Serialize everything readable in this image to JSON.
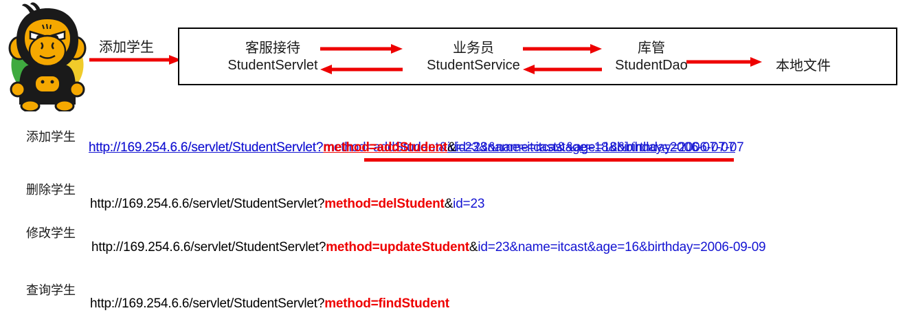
{
  "mascot": {
    "name": "itcast-monkey-mascot",
    "colors": {
      "body": "#1a1a1a",
      "face": "#f5a800",
      "leaf_green": "#3faa3f",
      "leaf_yellow": "#f0cb2a"
    }
  },
  "flow": {
    "entry_label": "添加学生",
    "arrow_color": "#ee0000",
    "box_border_color": "#000000",
    "nodes": [
      {
        "id": "servlet",
        "cn": "客服接待",
        "en": "StudentServlet"
      },
      {
        "id": "service",
        "cn": "业务员",
        "en": "StudentService"
      },
      {
        "id": "dao",
        "cn": "库管",
        "en": "StudentDao"
      },
      {
        "id": "file",
        "cn": "本地文件",
        "en": ""
      }
    ]
  },
  "colors": {
    "red": "#ee0000",
    "blue": "#1414d2",
    "black": "#000000"
  },
  "requests": [
    {
      "label": "添加学生",
      "base": "http://169.254.6.6/servlet/StudentServlet?",
      "method": "method=addStudent",
      "amp": "&",
      "params": "id=23&name=itcast&age=18&birthday=2006-07-07",
      "overlay_params": "id=23&name=itcast&age=18&birthday=2006-07-07",
      "overlay_params_b": "name=itcast&age=18&birthday=2006-07-07",
      "tail": "&birthday=2006-07-07",
      "hyperlink": true,
      "red_underline": true
    },
    {
      "label": "删除学生",
      "base": "http://169.254.6.6/servlet/StudentServlet?",
      "method": "method=delStudent",
      "amp": "&",
      "params": "id=23",
      "hyperlink": false,
      "red_underline": false
    },
    {
      "label": "修改学生",
      "base": "http://169.254.6.6/servlet/StudentServlet?",
      "method": "method=updateStudent",
      "amp": "&",
      "params": "id=23&name=itcast&age=16&birthday=2006-09-09",
      "hyperlink": false,
      "red_underline": false
    },
    {
      "label": "查询学生",
      "base": "http://169.254.6.6/servlet/StudentServlet?",
      "method": "method=findStudent",
      "amp": "",
      "params": "",
      "hyperlink": false,
      "red_underline": false
    }
  ]
}
